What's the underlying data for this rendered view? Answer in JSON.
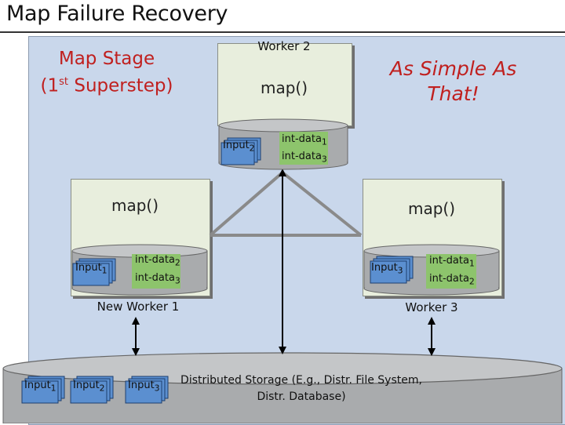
{
  "title": "Map Failure Recovery",
  "stage_heading": {
    "line1": "Map Stage",
    "line2_pre": "(1",
    "line2_sup": "st",
    "line2_post": " Superstep)"
  },
  "tagline": {
    "line1": "As Simple As",
    "line2": "That!"
  },
  "workers": [
    {
      "name": "Worker 2",
      "func": "map()",
      "input_base": "Input",
      "input_sub": "2",
      "data": [
        {
          "base": "int-data",
          "sub": "1"
        },
        {
          "base": "int-data",
          "sub": "3"
        }
      ]
    },
    {
      "name": "New Worker 1",
      "func": "map()",
      "input_base": "Input",
      "input_sub": "1",
      "data": [
        {
          "base": "int-data",
          "sub": "2"
        },
        {
          "base": "int-data",
          "sub": "3"
        }
      ]
    },
    {
      "name": "Worker 3",
      "func": "map()",
      "input_base": "Input",
      "input_sub": "3",
      "data": [
        {
          "base": "int-data",
          "sub": "1"
        },
        {
          "base": "int-data",
          "sub": "2"
        }
      ]
    }
  ],
  "storage": {
    "line1": "Distributed Storage (E.g., Distr. File System,",
    "line2": "Distr. Database)",
    "inputs": [
      {
        "base": "Input",
        "sub": "1"
      },
      {
        "base": "Input",
        "sub": "2"
      },
      {
        "base": "Input",
        "sub": "3"
      }
    ]
  },
  "colors": {
    "panel": "#c9d7eb",
    "worker_box": "#e8eedd",
    "disk": "#a9abad",
    "doc": "#5b8fd0",
    "connector": "#8a8a8a",
    "accent_text": "#c0201f"
  }
}
